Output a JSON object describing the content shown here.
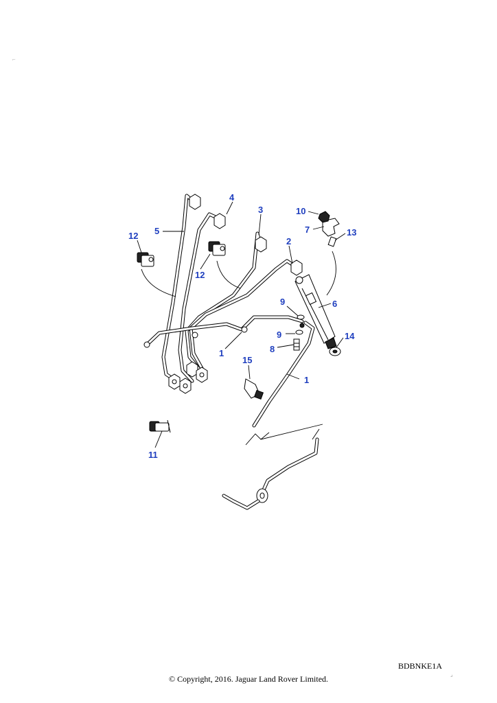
{
  "diagram": {
    "callouts": {
      "c1a": "1",
      "c1b": "1",
      "c2": "2",
      "c3": "3",
      "c4": "4",
      "c5": "5",
      "c6": "6",
      "c7": "7",
      "c8": "8",
      "c9a": "9",
      "c9b": "9",
      "c10": "10",
      "c11": "11",
      "c12a": "12",
      "c12b": "12",
      "c13": "13",
      "c14": "14",
      "c15": "15"
    },
    "label_color": "#1f3fbf"
  },
  "footer": {
    "reference_code": "BDBNKE1A",
    "copyright": "© Copyright, 2016. Jaguar Land Rover Limited."
  }
}
